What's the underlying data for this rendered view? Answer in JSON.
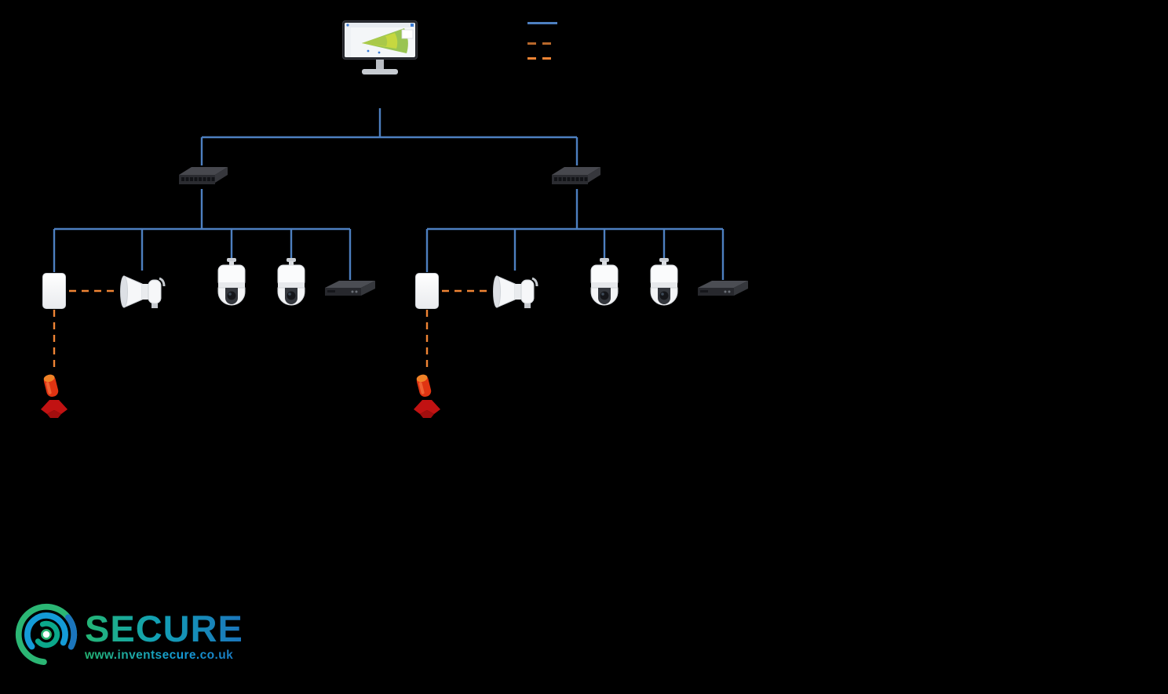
{
  "colors": {
    "background": "#000000",
    "ethernet_line": "#4d7fc0",
    "aux_line": "#ef8434",
    "legend_dashed_mid": "#b8672a"
  },
  "legend": {
    "items": [
      {
        "name": "solid-blue-line",
        "style": "solid",
        "color": "#4d7fc0"
      },
      {
        "name": "dashed-line-1",
        "style": "dashed",
        "color": "#b8672a"
      },
      {
        "name": "dashed-line-2",
        "style": "dashed",
        "color": "#ef8434"
      }
    ]
  },
  "devices": {
    "workstation": "radar-monitoring-workstation",
    "switches": [
      "network-switch-left",
      "network-switch-right"
    ],
    "left_group": [
      "radar-detector",
      "horn-speaker",
      "ptz-camera",
      "ptz-camera",
      "nvr-recorder",
      "strobe-beacon"
    ],
    "right_group": [
      "radar-detector",
      "horn-speaker",
      "ptz-camera",
      "ptz-camera",
      "nvr-recorder",
      "strobe-beacon"
    ]
  },
  "logo": {
    "brand": "SECURE",
    "website": "www.inventsecure.co.uk"
  }
}
